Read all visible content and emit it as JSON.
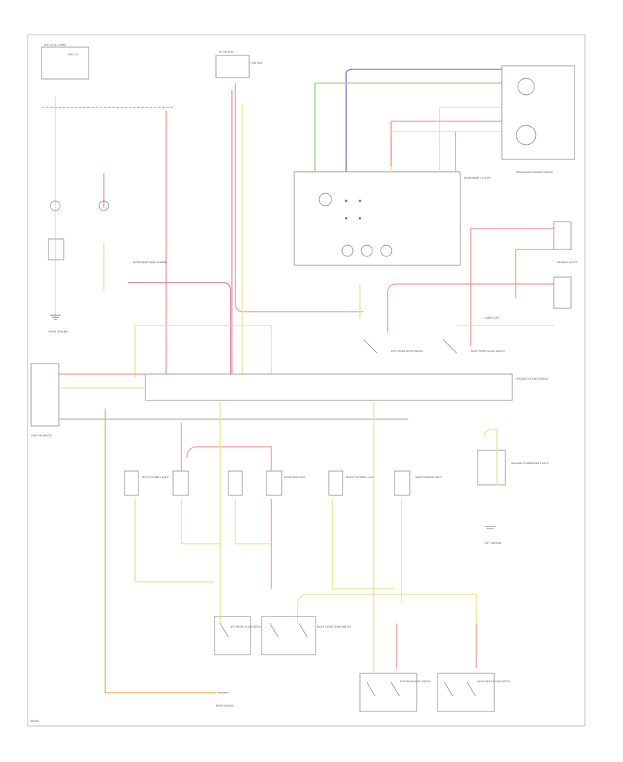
{
  "diagram": {
    "labels": {
      "hot_at_all_times": "HOT AT ALL TIMES",
      "fuse_box": "FUSE BOX",
      "main_fuse": "FUSE 14",
      "hot_in_run": "HOT IN RUN",
      "instrument_cluster": "INSTRUMENT CLUSTER",
      "transmission_range": "TRANSMISSION RANGE SENSOR",
      "dimmer": "INSTRUMENT PANEL DIMMER",
      "front_ground": "FRONT GROUND",
      "left_ground": "LEFT GROUND",
      "central_locking_module": "CENTRAL LOCKING MODULE",
      "left_front_door": "LEFT FRONT DOOR SWITCH",
      "right_front_door": "RIGHT FRONT DOOR SWITCH",
      "left_rear_door": "LEFT REAR DOOR SWITCH",
      "right_rear_door": "RIGHT REAR DOOR SWITCH",
      "dome_light": "DOME LIGHT",
      "reading_lights": "READING LIGHTS",
      "luggage_light": "LUGGAGE COMPARTMENT LIGHT",
      "left_footwell": "LEFT FOOTWELL LIGHT",
      "right_footwell": "RIGHT FOOTWELL LIGHT",
      "glove_box": "GLOVE BOX LIGHT",
      "vanity_mirror": "VANITY MIRROR LIGHT",
      "ignition_switch": "IGNITION SWITCH",
      "rear_ground": "REAR GROUND",
      "footer_code": "W0000"
    },
    "wire_colors": {
      "red": "#ff9a9a",
      "yellow": "#f2e39a",
      "blue": "#7d7dff",
      "green": "#9ad88a",
      "orange": "#f5b25f",
      "gray": "#bdbdbd"
    }
  }
}
